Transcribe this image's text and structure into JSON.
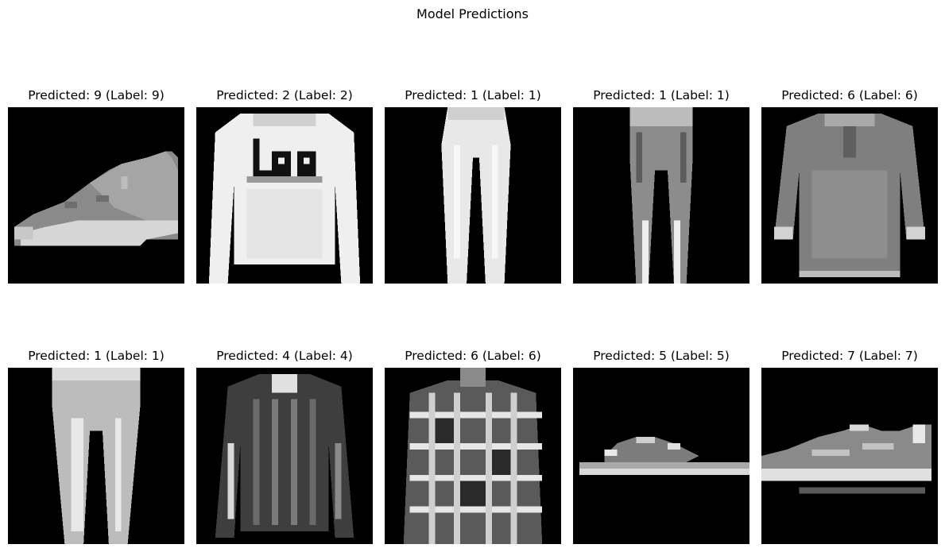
{
  "figure": {
    "title": "Model Predictions"
  },
  "panels": [
    {
      "title": "Predicted: 9 (Label: 9)",
      "image": "sneaker-ankle-boot"
    },
    {
      "title": "Predicted: 2 (Label: 2)",
      "image": "pullover-with-lee-logo"
    },
    {
      "title": "Predicted: 1 (Label: 1)",
      "image": "trousers"
    },
    {
      "title": "Predicted: 1 (Label: 1)",
      "image": "trousers-thin"
    },
    {
      "title": "Predicted: 6 (Label: 6)",
      "image": "shirt-long-sleeve"
    },
    {
      "title": "Predicted: 1 (Label: 1)",
      "image": "trousers-zoomed"
    },
    {
      "title": "Predicted: 4 (Label: 4)",
      "image": "striped-coat"
    },
    {
      "title": "Predicted: 6 (Label: 6)",
      "image": "plaid-shirt"
    },
    {
      "title": "Predicted: 5 (Label: 5)",
      "image": "sandal"
    },
    {
      "title": "Predicted: 7 (Label: 7)",
      "image": "sneaker"
    }
  ],
  "colors": {
    "background": "#ffffff",
    "image_background": "#000000",
    "text": "#000000"
  }
}
